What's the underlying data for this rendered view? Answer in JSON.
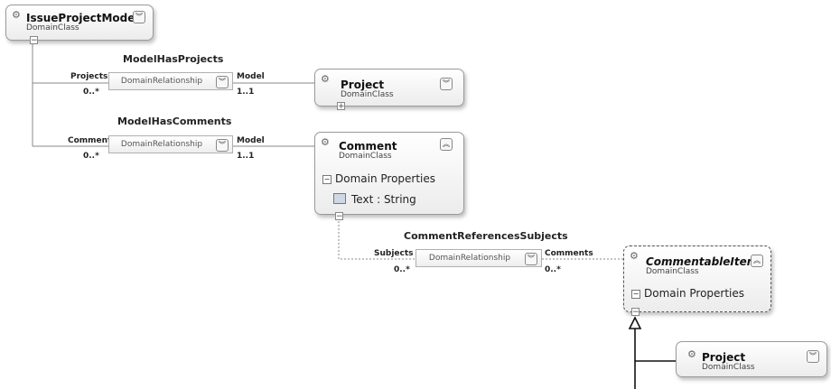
{
  "classes": {
    "issue_project_model": {
      "title": "IssueProjectModel",
      "subtitle": "DomainClass"
    },
    "project_1": {
      "title": "Project",
      "subtitle": "DomainClass"
    },
    "comment": {
      "title": "Comment",
      "subtitle": "DomainClass",
      "section": "Domain Properties",
      "property": "Text : String"
    },
    "commentable_item": {
      "title": "CommentableItem",
      "subtitle": "DomainClass",
      "section": "Domain Properties"
    },
    "project_2": {
      "title": "Project",
      "subtitle": "DomainClass"
    }
  },
  "relationships": {
    "model_has_projects": {
      "name": "ModelHasProjects",
      "kind": "DomainRelationship",
      "source_role": "Projects",
      "source_mult": "0..*",
      "target_role": "Model",
      "target_mult": "1..1"
    },
    "model_has_comments": {
      "name": "ModelHasComments",
      "kind": "DomainRelationship",
      "source_role": "Comments",
      "source_mult": "0..*",
      "target_role": "Model",
      "target_mult": "1..1"
    },
    "comment_references_subjects": {
      "name": "CommentReferencesSubjects",
      "kind": "DomainRelationship",
      "source_role": "Subjects",
      "source_mult": "0..*",
      "target_role": "Comments",
      "target_mult": "0..*"
    }
  },
  "icons": {
    "chevron_down": "︾",
    "chevron_up": "︽",
    "gear": "⚙",
    "minus": "−",
    "plus": "+"
  }
}
